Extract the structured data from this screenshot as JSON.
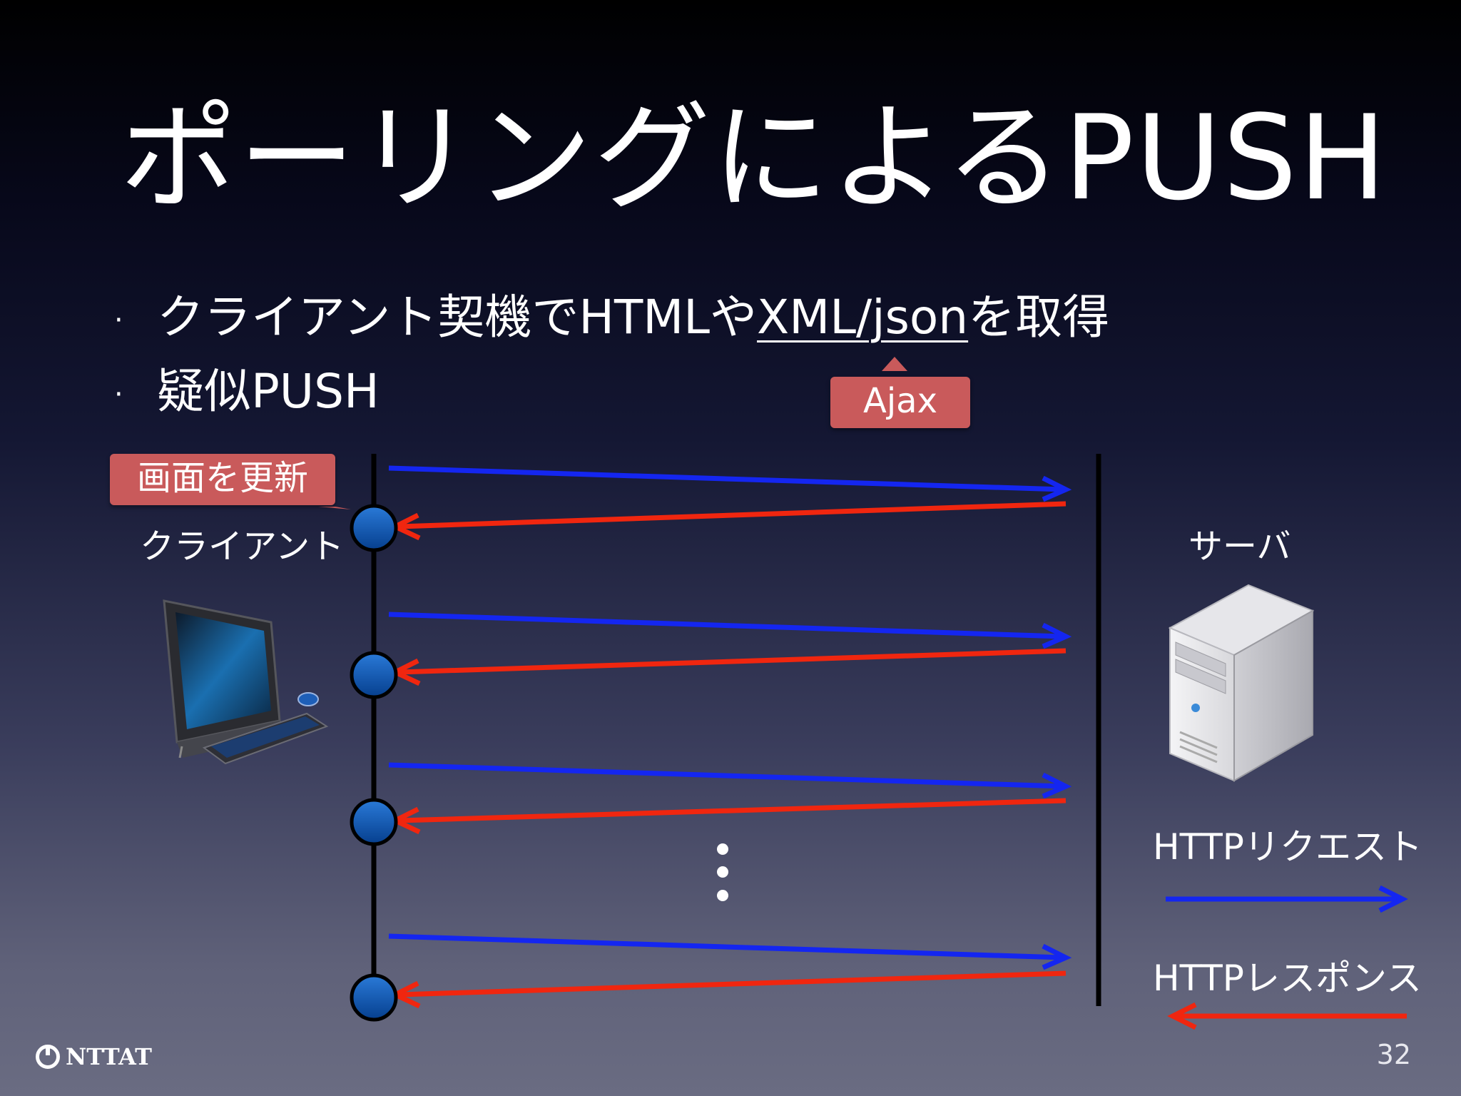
{
  "title": "ポーリングによるPUSH",
  "bullets": [
    {
      "pre": "クライアント契機でHTMLや",
      "underlined": "XML/json",
      "post": "を取得"
    },
    {
      "pre": "疑似PUSH",
      "underlined": "",
      "post": ""
    }
  ],
  "callouts": {
    "ajax": "Ajax",
    "refresh": "画面を更新"
  },
  "labels": {
    "client": "クライアント",
    "server": "サーバ"
  },
  "legend": {
    "request": "HTTPリクエスト",
    "response": "HTTPレスポンス"
  },
  "colors": {
    "request": "#1426f0",
    "response": "#f0260f",
    "callout": "#c95a5b",
    "node": "#0a56b4"
  },
  "icons": {
    "client": "desktop-computer-icon",
    "server": "server-tower-icon"
  },
  "logo": "NTTAT",
  "page_number": "32"
}
